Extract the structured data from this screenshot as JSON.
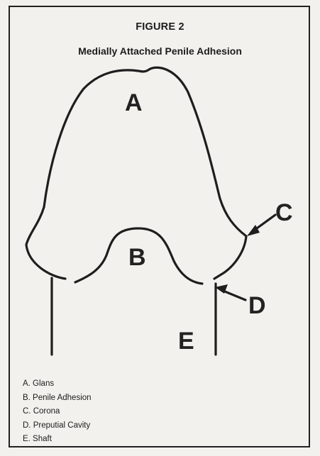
{
  "figure": {
    "title": "FIGURE 2",
    "subtitle": "Medially Attached Penile Adhesion"
  },
  "labels": {
    "a": "A",
    "b": "B",
    "c": "C",
    "d": "D",
    "e": "E"
  },
  "legend": {
    "items": [
      "A.  Glans",
      "B.  Penile Adhesion",
      "C.  Corona",
      "D.  Preputial Cavity",
      "E.  Shaft"
    ]
  }
}
